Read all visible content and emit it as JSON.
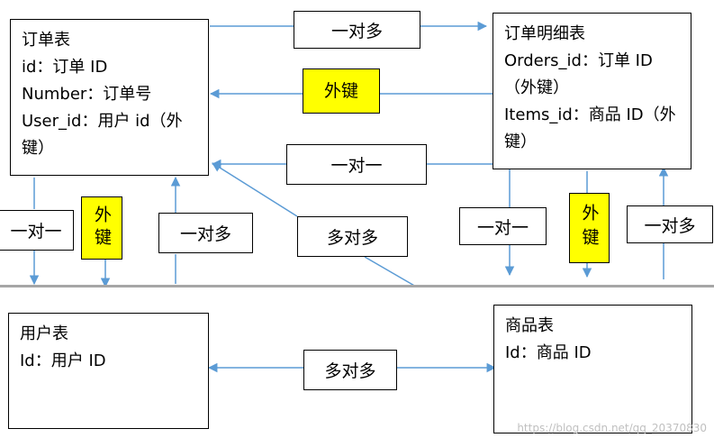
{
  "entities": {
    "orders": {
      "title": "订单表",
      "fields": [
        "id：订单 ID",
        "Number：订单号",
        "User_id：用户 id（外键）"
      ]
    },
    "order_details": {
      "title": "订单明细表",
      "fields": [
        "Orders_id：订单 ID（外键）",
        "Items_id：商品 ID（外键）"
      ]
    },
    "users": {
      "title": "用户表",
      "fields": [
        "Id：用户 ID"
      ]
    },
    "items": {
      "title": "商品表",
      "fields": [
        "Id：商品 ID"
      ]
    }
  },
  "relations": {
    "orders_details": "一对多",
    "orders_details_fk": "外键",
    "details_orders": "一对一",
    "details_users_mm": "多对多",
    "orders_users_oo": "一对一",
    "orders_users_fk": "外键",
    "users_orders_om": "一对多",
    "details_items_oo": "一对一",
    "details_items_fk": "外键",
    "items_details_om": "一对多",
    "users_items_mm": "多对多"
  },
  "watermark": "https://blog.csdn.net/qq_20370830",
  "colors": {
    "line": "#5b9bd5",
    "fk_fill": "#ffff00",
    "divider": "#a6a6a6"
  }
}
